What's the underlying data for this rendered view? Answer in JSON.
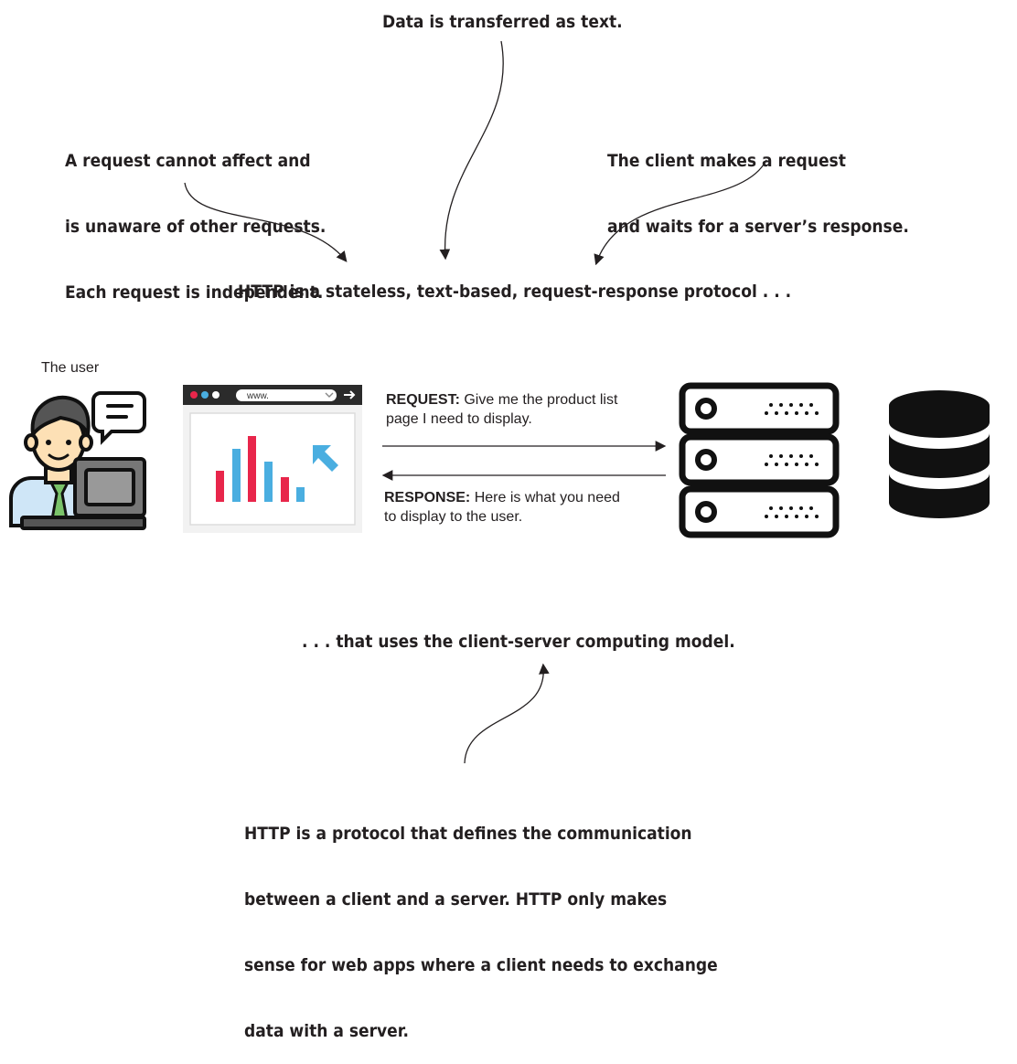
{
  "annotations": {
    "top": "Data is transferred as text.",
    "left_lines": [
      "A request cannot affect and",
      "is unaware of other requests.",
      "Each request is independent."
    ],
    "right_lines": [
      "The client makes a request",
      "and waits for a server’s response."
    ],
    "headline": "HTTP is a stateless, text-based, request-response protocol . . .",
    "model": ". . . that uses the client-server computing model.",
    "bottom_lines": [
      "HTTP is a protocol that defines the communication",
      "between a client and a server. HTTP only makes",
      "sense for web apps where a client needs to exchange",
      "data with a server."
    ]
  },
  "user": {
    "label": "The user"
  },
  "browser": {
    "url": "www."
  },
  "request": {
    "prefix": "REQUEST:",
    "line1": " Give me the product list",
    "line2": "page I need to display."
  },
  "response": {
    "prefix": "RESPONSE:",
    "line1": " Here is what you need",
    "line2": "to display to the user."
  },
  "icons": {
    "user": "user-at-computer-icon",
    "chat": "chat-bubble-icon",
    "browser": "browser-window-icon",
    "server": "server-rack-icon",
    "database": "database-icon"
  },
  "colors": {
    "text": "#231f20",
    "bar_red": "#e8264b",
    "bar_blue": "#4aaee0",
    "cursor": "#4aaee0",
    "skin": "#fde0b5",
    "shirt": "#cfe6f7",
    "tie": "#7ac36a",
    "server": "#111111"
  }
}
